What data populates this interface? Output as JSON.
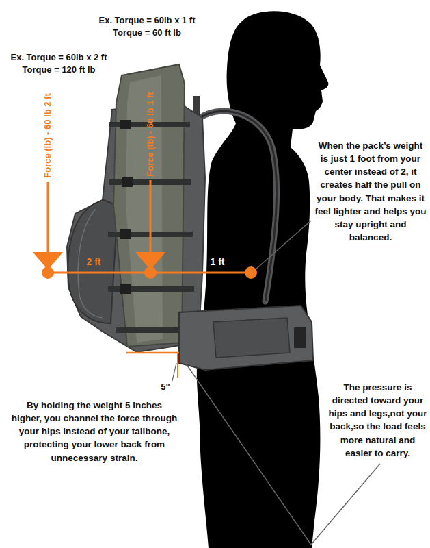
{
  "diagram": {
    "labels": [
      "Ex. Torque = 60lb x 1 ft",
      "Torque = 60 ft lb",
      "Ex. Torque = 60lb x 2 ft",
      "Torque = 120 ft lb",
      "Force (lb) - 60 lb 2 ft",
      "Force (lb) - 60 lb 1 ft",
      "When the pack’s weight is just 1 foot from your center instead of 2, it creates half the pull on your body. That makes it feel lighter and helps you stay upright and balanced.",
      "2 ft",
      "1 ft",
      "By holding the weight 5 inches higher, you channel the force through your hips instead of your tailbone, protecting your lower back from unnecessary strain.",
      "5\"",
      "The pressure is directed toward your hips and legs,not your back,so the load feels more natural and easier to carry."
    ]
  }
}
